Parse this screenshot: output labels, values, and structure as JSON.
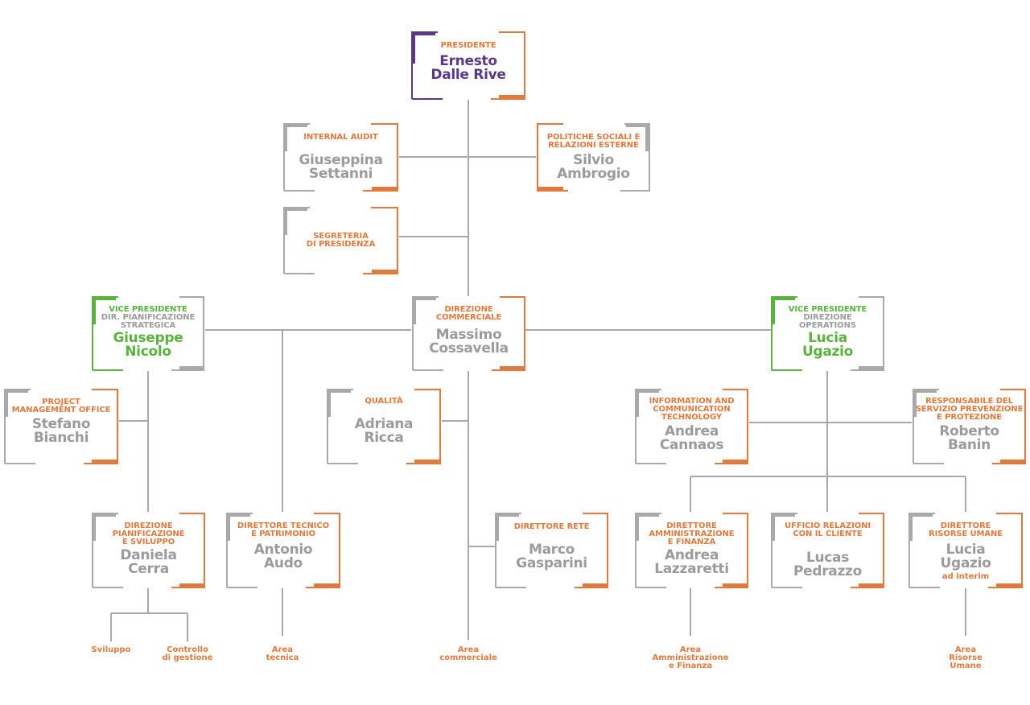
{
  "colors": {
    "orange": "#e07a3f",
    "gray": "#9b9b9b",
    "purple": "#5a3a86",
    "green": "#5bb33f",
    "line": "#a9a9a9"
  },
  "nodes": {
    "presidente": {
      "role": "PRESIDENTE",
      "name": [
        "Ernesto",
        "Dalle Rive"
      ]
    },
    "internal_audit": {
      "role": "INTERNAL AUDIT",
      "name": [
        "Giuseppina",
        "Settanni"
      ]
    },
    "politiche_sociali": {
      "role": [
        "POLITICHE SOCIALI E",
        "RELAZIONI ESTERNE"
      ],
      "name": [
        "Silvio",
        "Ambrogio"
      ]
    },
    "segreteria": {
      "role": [
        "SEGRETERIA",
        "DI PRESIDENZA"
      ]
    },
    "vp_left": {
      "role": "VICE PRESIDENTE",
      "sub": [
        "DIR. PIANIFICAZIONE",
        "STRATEGICA"
      ],
      "name": [
        "Giuseppe",
        "Nicolo"
      ]
    },
    "direzione_commerciale": {
      "role": [
        "DIREZIONE",
        "COMMERCIALE"
      ],
      "name": [
        "Massimo",
        "Cossavella"
      ]
    },
    "vp_right": {
      "role": "VICE PRESIDENTE",
      "sub": [
        "DIREZIONE",
        "OPERATIONS"
      ],
      "name": [
        "Lucia",
        "Ugazio"
      ]
    },
    "pmo": {
      "role": [
        "PROJECT",
        "MANAGEMENT OFFICE"
      ],
      "name": [
        "Stefano",
        "Bianchi"
      ]
    },
    "qualita": {
      "role": "QUALITÀ",
      "name": [
        "Adriana",
        "Ricca"
      ]
    },
    "ict": {
      "role": [
        "INFORMATION AND",
        "COMMUNICATION",
        "TECHNOLOGY"
      ],
      "name": [
        "Andrea",
        "Cannaos"
      ]
    },
    "rspp": {
      "role": [
        "RESPONSABILE DEL",
        "SERVIZIO PREVENZIONE",
        "E PROTEZIONE"
      ],
      "name": [
        "Roberto",
        "Banin"
      ]
    },
    "pianificazione": {
      "role": [
        "DIREZIONE",
        "PIANIFICAZIONE",
        "E SVILUPPO"
      ],
      "name": [
        "Daniela",
        "Cerra"
      ]
    },
    "tecnico": {
      "role": [
        "DIRETTORE TECNICO",
        "E PATRIMONIO"
      ],
      "name": [
        "Antonio",
        "Audo"
      ]
    },
    "rete": {
      "role": "DIRETTORE RETE",
      "name": [
        "Marco",
        "Gasparini"
      ]
    },
    "amministrazione": {
      "role": [
        "DIRETTORE",
        "AMMINISTRAZIONE",
        "E FINANZA"
      ],
      "name": [
        "Andrea",
        "Lazzaretti"
      ]
    },
    "urp": {
      "role": [
        "UFFICIO RELAZIONI",
        "CON IL CLIENTE"
      ],
      "name": [
        "Lucas",
        "Pedrazzo"
      ]
    },
    "risorse_umane": {
      "role": [
        "DIRETTORE",
        "RISORSE UMANE"
      ],
      "name": [
        "Lucia",
        "Ugazio"
      ],
      "note": "ad interim"
    }
  },
  "areas": {
    "sviluppo": [
      "Sviluppo"
    ],
    "controllo": [
      "Controllo",
      "di gestione"
    ],
    "tecnica": [
      "Area",
      "tecnica"
    ],
    "commerciale": [
      "Area",
      "commerciale"
    ],
    "amministrazione": [
      "Area",
      "Amministrazione",
      "e Finanza"
    ],
    "risorse": [
      "Area",
      "Risorse",
      "Umane"
    ]
  }
}
